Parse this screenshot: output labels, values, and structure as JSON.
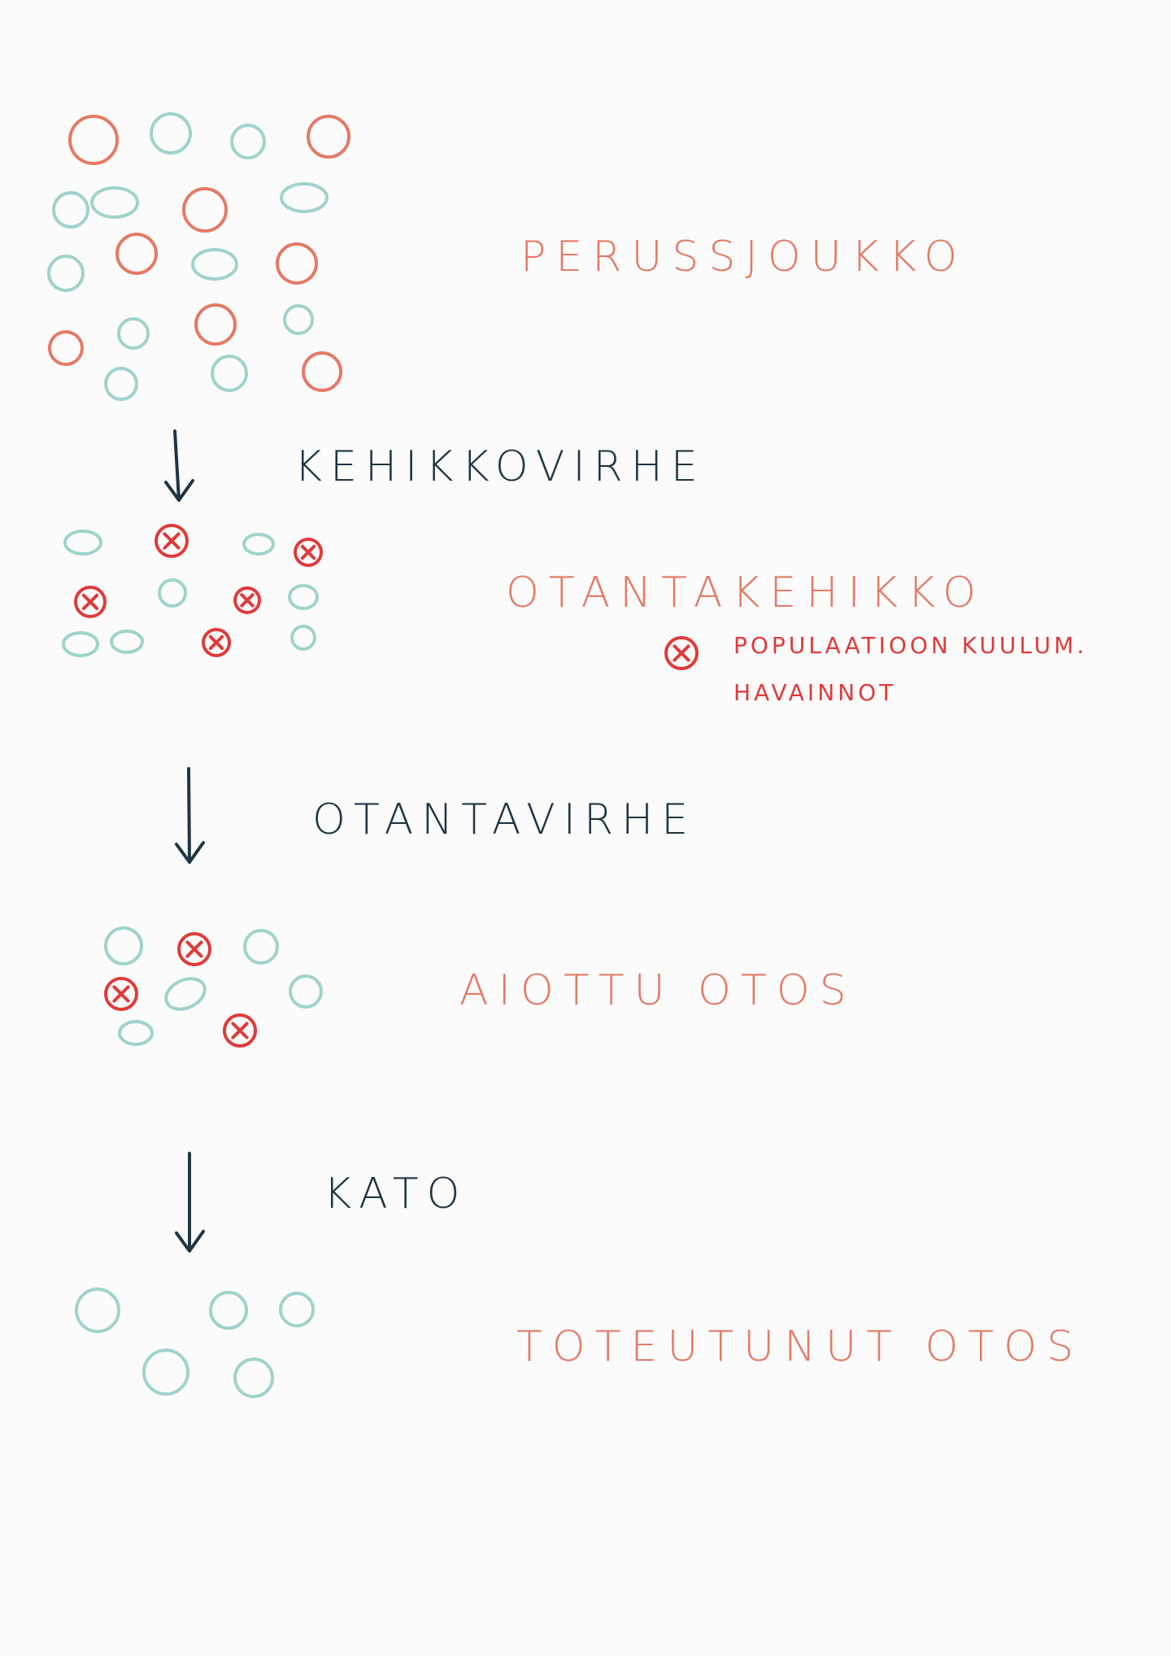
{
  "colors": {
    "salmon": "#e47a66",
    "teal": "#9fd3cb",
    "red": "#e03a3a",
    "navy": "#1f3543",
    "background": "#fbfbfb"
  },
  "stages": {
    "population": "PERUSSJOUKKO",
    "frame": "OTANTAKEHIKKO",
    "planned_sample": "AIOTTU OTOS",
    "realized_sample": "TOTEUTUNUT OTOS"
  },
  "errors": {
    "frame_error": "KEHIKKOVIRHE",
    "sampling_error": "OTANTAVIRHE",
    "nonresponse": "KATO"
  },
  "legend": {
    "icon": "crossed-circle-icon",
    "line1": "POPULAATIOON KUULUM.",
    "line2": "HAVAINNOT"
  }
}
